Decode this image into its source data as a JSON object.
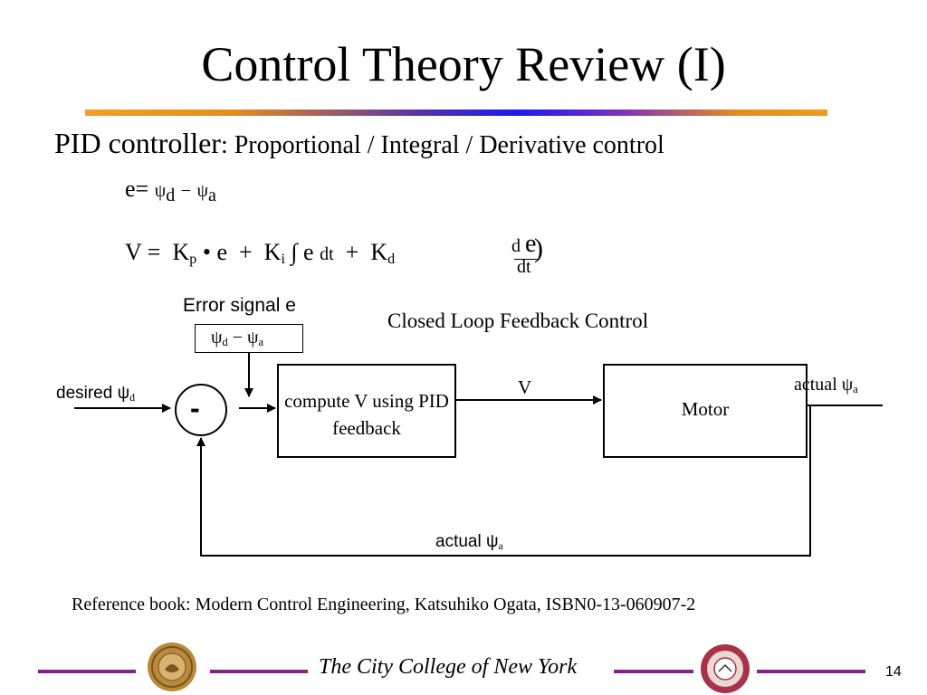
{
  "slide": {
    "title": "Control Theory Review (I)",
    "heading": {
      "main": "PID controller",
      "desc": ": Proportional / Integral / Derivative control"
    },
    "error_eq": {
      "lhs": "e=",
      "psi": "ψ",
      "d": "d",
      "minus": "−",
      "a": "a"
    },
    "v_eq": {
      "lhs": "V =",
      "K": "K",
      "p": "p",
      "dot": "•",
      "e": "e",
      "plus": "+",
      "i": "i",
      "integral": "∫",
      "dt": "dt",
      "d": "d",
      "paren": ")"
    }
  },
  "diagram": {
    "error_signal_label": "Error signal e",
    "closed_loop_title": "Closed Loop Feedback Control",
    "desired_label": "desired ψ",
    "desired_sub": "d",
    "summing_symbol": "-",
    "compute_box": "compute V using PID feedback",
    "v_label": "V",
    "motor_box": "Motor",
    "actual_label": "actual ψ",
    "actual_sub": "a"
  },
  "reference": "Reference book: Modern Control Engineering, Katsuhiko Ogata, ISBN0-13-060907-2",
  "footer": {
    "institution": "The City College of New York",
    "page_number": "14"
  },
  "colors": {
    "footer_line": "#7b2a7e",
    "seal_gold": "#b88a3a",
    "robotics_logo": "#a8324a"
  },
  "icons": {
    "left_logo": "ccny-seal-icon",
    "right_logo": "robotics-lab-logo-icon"
  }
}
